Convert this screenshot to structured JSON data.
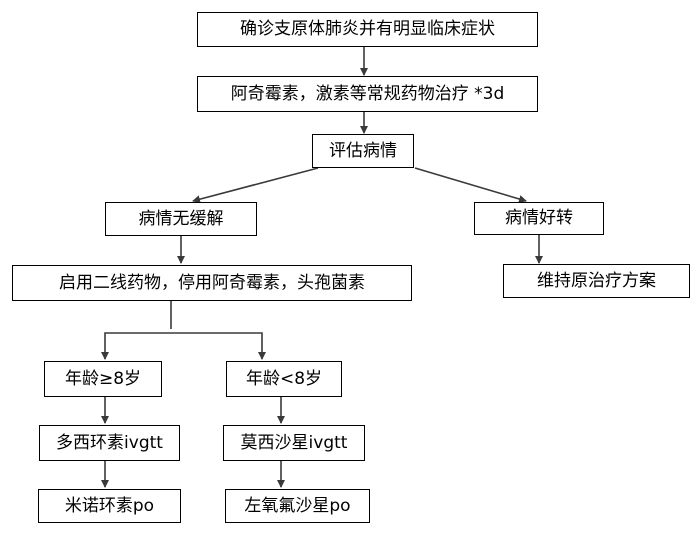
{
  "nodes": {
    "confirmed": "确诊支原体肺炎并有明显临床症状",
    "initial_treatment": "阿奇霉素，激素等常规药物治疗 *3d",
    "evaluate": "评估病情",
    "not_relieved": "病情无缓解",
    "improved": "病情好转",
    "second_line": "启用二线药物，停用阿奇霉素，头孢菌素",
    "maintain": "维持原治疗方案",
    "age_ge8": "年龄≥8岁",
    "age_lt8": "年龄<8岁",
    "doxycycline_iv": "多西环素ivgtt",
    "moxifloxacin_iv": "莫西沙星ivgtt",
    "minocycline_po": "米诺环素po",
    "levofloxacin_po": "左氧氟沙星po"
  }
}
